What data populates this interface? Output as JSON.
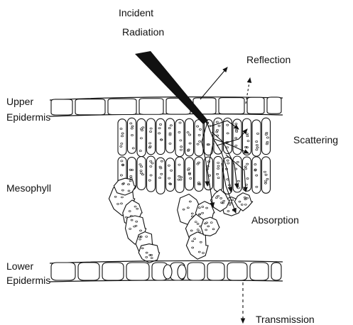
{
  "labels": {
    "incident_line1": "Incident",
    "incident_line2": "Radiation",
    "reflection": "Reflection",
    "upper_line1": "Upper",
    "upper_line2": "Epidermis",
    "scattering": "Scattering",
    "mesophyll": "Mesophyll",
    "absorption": "Absorption",
    "lower_line1": "Lower",
    "lower_line2": "Epidermis",
    "transmission": "Transmission"
  },
  "colors": {
    "ink": "#111111",
    "background": "#ffffff"
  }
}
